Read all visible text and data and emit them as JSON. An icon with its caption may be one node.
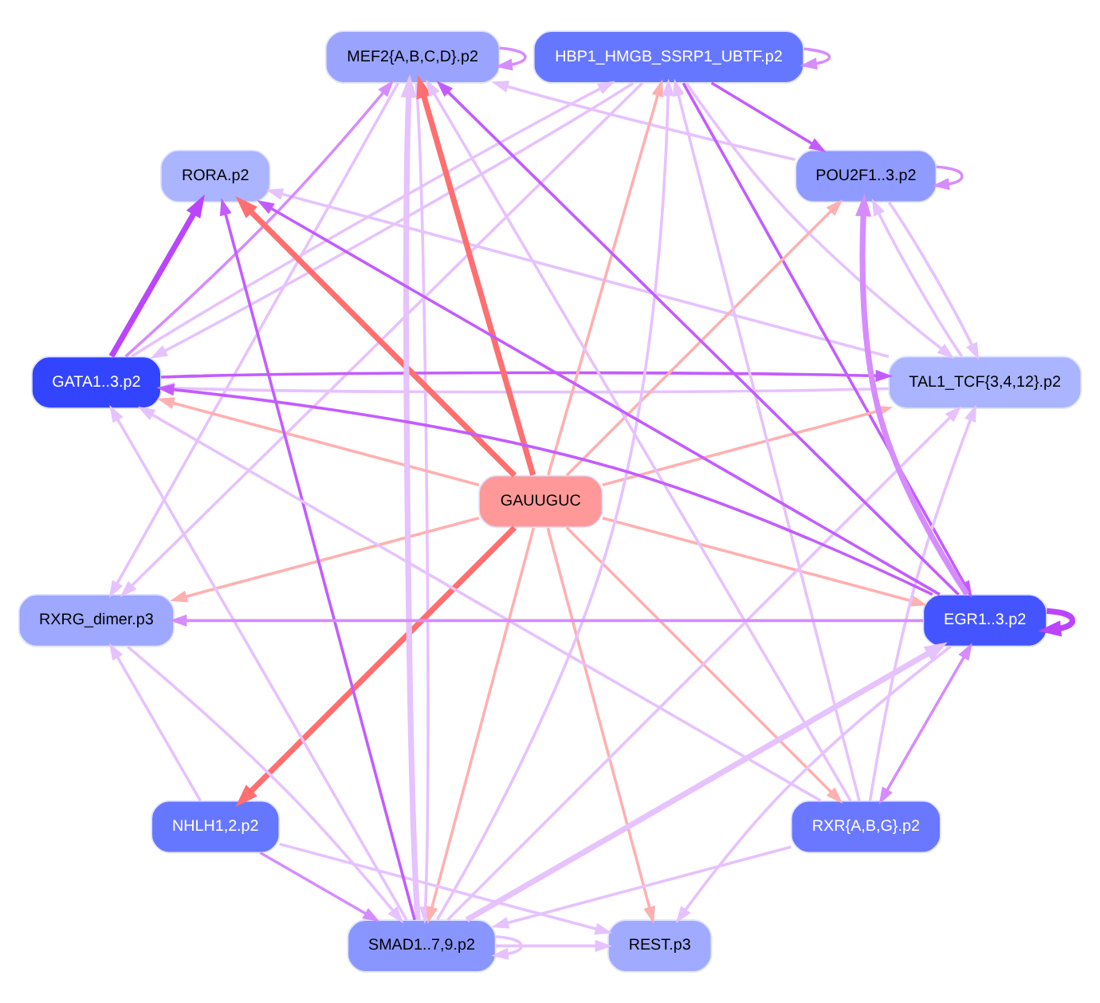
{
  "diagram": {
    "nodes": [
      {
        "text": [
          "TAL1_TCF{3,4,12}.p2"
        ]
      },
      {
        "text": [
          "POU2F1..3.p2"
        ]
      },
      {
        "text": [
          "HBP1_HMGB_SSRP1_UBTF.p2"
        ]
      },
      {
        "text": [
          "MEF2{A,B,C,D}.p2"
        ]
      },
      {
        "text": [
          "RORA.p2"
        ]
      },
      {
        "text": [
          "GATA1..3.p2"
        ]
      },
      {
        "text": [
          "GAUUGUC"
        ]
      },
      {
        "text": [
          "RXRG_dimer.p3"
        ]
      },
      {
        "text": [
          "NHLH1,2.p2"
        ]
      },
      {
        "text": [
          "SMAD1..7,9.p2"
        ]
      },
      {
        "text": [
          "REST.p3"
        ]
      },
      {
        "text": [
          "RXR{A,B,G}.p2"
        ]
      },
      {
        "text": [
          "EGR1..3.p2"
        ]
      }
    ],
    "edges": [
      {
        "from": 6,
        "to": 4,
        "arrow": "to",
        "style": "thick",
        "color": "#ff6f6f"
      },
      {
        "from": 6,
        "to": 3,
        "arrow": "to",
        "style": "thick",
        "color": "#ff6f6f"
      },
      {
        "from": 6,
        "to": 8,
        "arrow": "to",
        "style": "thick",
        "color": "#ff6f6f"
      },
      {
        "from": 6,
        "to": 0,
        "arrow": "to",
        "color": "#ffb0b0"
      },
      {
        "from": 6,
        "to": 1,
        "arrow": "to",
        "color": "#ffb0b0"
      },
      {
        "from": 6,
        "to": 2,
        "arrow": "to",
        "color": "#ffb0b0"
      },
      {
        "from": 6,
        "to": 5,
        "arrow": "to",
        "color": "#ffb0b0"
      },
      {
        "from": 6,
        "to": 7,
        "arrow": "to",
        "color": "#ffb0b0"
      },
      {
        "from": 6,
        "to": 9,
        "arrow": "to",
        "color": "#ffb0b0"
      },
      {
        "from": 6,
        "to": 10,
        "arrow": "to",
        "color": "#ffb0b0"
      },
      {
        "from": 6,
        "to": 11,
        "arrow": "to",
        "color": "#ffb0b0"
      },
      {
        "from": 6,
        "to": 12,
        "arrow": "to",
        "color": "#ffb0b0"
      },
      {
        "from": 0,
        "to": 1,
        "arrow": "to"
      },
      {
        "from": 1,
        "to": 0,
        "arrow": "to"
      },
      {
        "from": 1,
        "to": 1,
        "arrow": "to",
        "color": "#d68cff"
      },
      {
        "from": 2,
        "to": 2,
        "arrow": "to",
        "color": "#d68cff"
      },
      {
        "from": 3,
        "to": 3,
        "arrow": "to",
        "color": "#d68cff"
      },
      {
        "from": 9,
        "to": 9,
        "arrow": "to"
      },
      {
        "from": 12,
        "to": 12,
        "arrow": "to",
        "style": "thick",
        "color": "#bb44ff"
      },
      {
        "from": 2,
        "to": 0,
        "arrow": "to"
      },
      {
        "from": 2,
        "to": 1,
        "arrow": "to",
        "color": "#c35cff"
      },
      {
        "from": 1,
        "to": 3,
        "arrow": "to"
      },
      {
        "from": 5,
        "to": 0,
        "arrow": "to",
        "color": "#c35cff"
      },
      {
        "from": 5,
        "to": 4,
        "arrow": "to",
        "style": "thick",
        "color": "#bb44ff"
      },
      {
        "from": 5,
        "to": 3,
        "arrow": "to",
        "color": "#d68cff"
      },
      {
        "from": 5,
        "to": 2,
        "arrow": "to"
      },
      {
        "from": 12,
        "to": 1,
        "arrow": "to",
        "style": "thick",
        "color": "#d68cff"
      },
      {
        "from": 12,
        "to": 3,
        "arrow": "to",
        "color": "#c35cff"
      },
      {
        "from": 12,
        "to": 5,
        "arrow": "to",
        "color": "#c35cff"
      },
      {
        "from": 12,
        "to": 10,
        "arrow": "to"
      },
      {
        "from": 8,
        "to": 10,
        "arrow": "to"
      },
      {
        "from": 8,
        "to": 7,
        "arrow": "to"
      },
      {
        "from": 8,
        "to": 9,
        "arrow": "to",
        "color": "#d68cff"
      },
      {
        "from": 9,
        "to": 4,
        "arrow": "to",
        "color": "#c35cff"
      },
      {
        "from": 9,
        "to": 2,
        "arrow": "to"
      },
      {
        "from": 7,
        "to": 9,
        "arrow": "to"
      },
      {
        "from": 11,
        "to": 9,
        "arrow": "to"
      },
      {
        "from": 11,
        "to": 12,
        "arrow": "both",
        "color": "#d68cff"
      },
      {
        "from": 9,
        "to": 12,
        "arrow": "to",
        "style": "thick"
      },
      {
        "from": 9,
        "to": 10,
        "arrow": "to"
      },
      {
        "from": 11,
        "to": 2,
        "arrow": "to"
      },
      {
        "from": 12,
        "to": 7,
        "arrow": "to",
        "color": "#d68cff"
      },
      {
        "from": 2,
        "to": 12,
        "arrow": "to",
        "color": "#c35cff"
      },
      {
        "from": 12,
        "to": 4,
        "arrow": "to",
        "color": "#c35cff"
      },
      {
        "from": 11,
        "to": 0,
        "arrow": "to"
      },
      {
        "from": 9,
        "to": 0,
        "arrow": "to"
      },
      {
        "from": 9,
        "to": 3,
        "arrow": "to",
        "style": "thick"
      },
      {
        "from": 11,
        "to": 3,
        "arrow": "to"
      },
      {
        "from": 11,
        "to": 5,
        "arrow": "to"
      },
      {
        "from": 9,
        "to": 5,
        "arrow": "to"
      },
      {
        "from": 0,
        "to": 4,
        "arrow": "to"
      },
      {
        "from": 2,
        "to": 7,
        "arrow": "to"
      },
      {
        "from": 3,
        "to": 7,
        "arrow": "to"
      },
      {
        "from": 2,
        "to": 5,
        "arrow": "to"
      },
      {
        "from": 0,
        "to": 5,
        "arrow": "to"
      },
      {
        "from": 3,
        "to": 9,
        "arrow": "to"
      }
    ]
  }
}
